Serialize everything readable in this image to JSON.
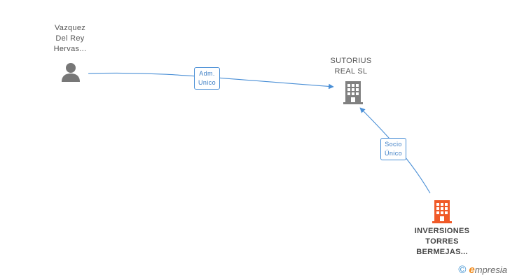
{
  "nodes": {
    "person": {
      "lines": [
        "Vazquez",
        "Del Rey",
        "Hervas..."
      ],
      "icon": "person-icon"
    },
    "company_target": {
      "lines": [
        "SUTORIUS",
        "REAL SL"
      ],
      "icon": "building-icon",
      "color": "#808080"
    },
    "company_source": {
      "lines": [
        "INVERSIONES",
        "TORRES",
        "BERMEJAS..."
      ],
      "icon": "building-icon",
      "color": "#f05a28"
    }
  },
  "edges": [
    {
      "from": "person",
      "to": "company_target",
      "label": [
        "Adm.",
        "Unico"
      ]
    },
    {
      "from": "company_source",
      "to": "company_target",
      "label": [
        "Socio",
        "Único"
      ]
    }
  ],
  "colors": {
    "edge": "#4a8fd6",
    "label_text": "#3a7cc4"
  },
  "brand": {
    "copyright_symbol": "©",
    "initial": "e",
    "name": "mpresia"
  }
}
